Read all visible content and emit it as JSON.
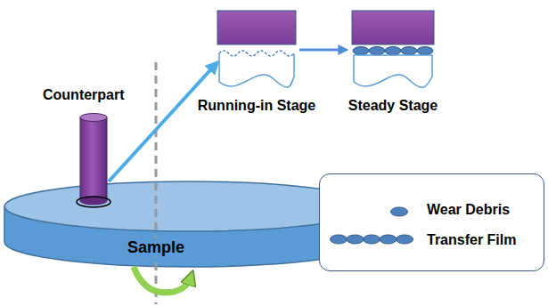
{
  "diagram": {
    "nodes": [
      {
        "text": [
          "Sample"
        ]
      },
      {
        "text": [
          "Running-in Stage"
        ]
      },
      {
        "text": [
          "Steady Stage"
        ]
      }
    ],
    "edges": [
      {
        "from": 0,
        "to": 1,
        "arrow": "to"
      },
      {
        "from": 1,
        "to": 2,
        "arrow": "to"
      }
    ],
    "labels": [
      "Counterpart"
    ],
    "legend": [
      {
        "text": "Wear Debris"
      },
      {
        "text": "Transfer Film"
      }
    ]
  }
}
